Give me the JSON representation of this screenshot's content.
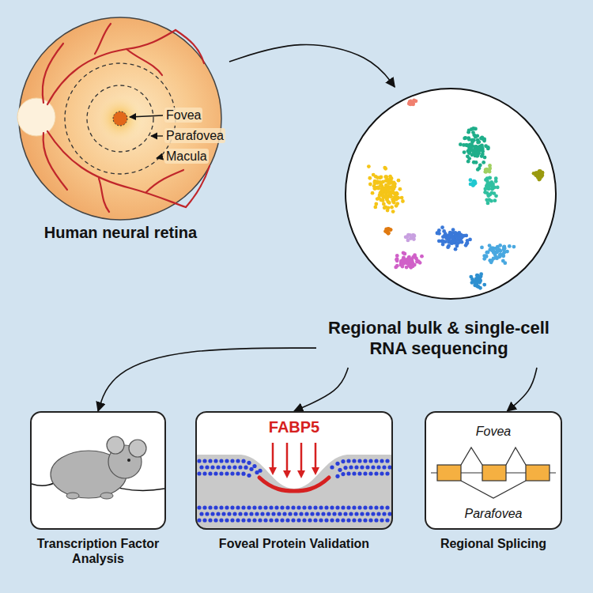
{
  "diagram": {
    "nodes": [
      {
        "text": [
          "Fovea",
          "Parafovea",
          "Macula",
          "Human neural retina"
        ]
      },
      {
        "text": [
          "Regional bulk & single-cell RNA sequencing"
        ]
      },
      {
        "text": [
          "Transcription Factor Analysis"
        ]
      },
      {
        "text": [
          "FABP5",
          "Foveal Protein Validation"
        ]
      },
      {
        "text": [
          "Fovea",
          "Parafovea",
          "Regional Splicing"
        ]
      }
    ],
    "edges": [
      {
        "from": 0,
        "to": 1,
        "arrow": "to"
      },
      {
        "from": 1,
        "to": 2,
        "arrow": "to"
      },
      {
        "from": 1,
        "to": 3,
        "arrow": "to"
      },
      {
        "from": 1,
        "to": 4,
        "arrow": "to"
      }
    ]
  }
}
